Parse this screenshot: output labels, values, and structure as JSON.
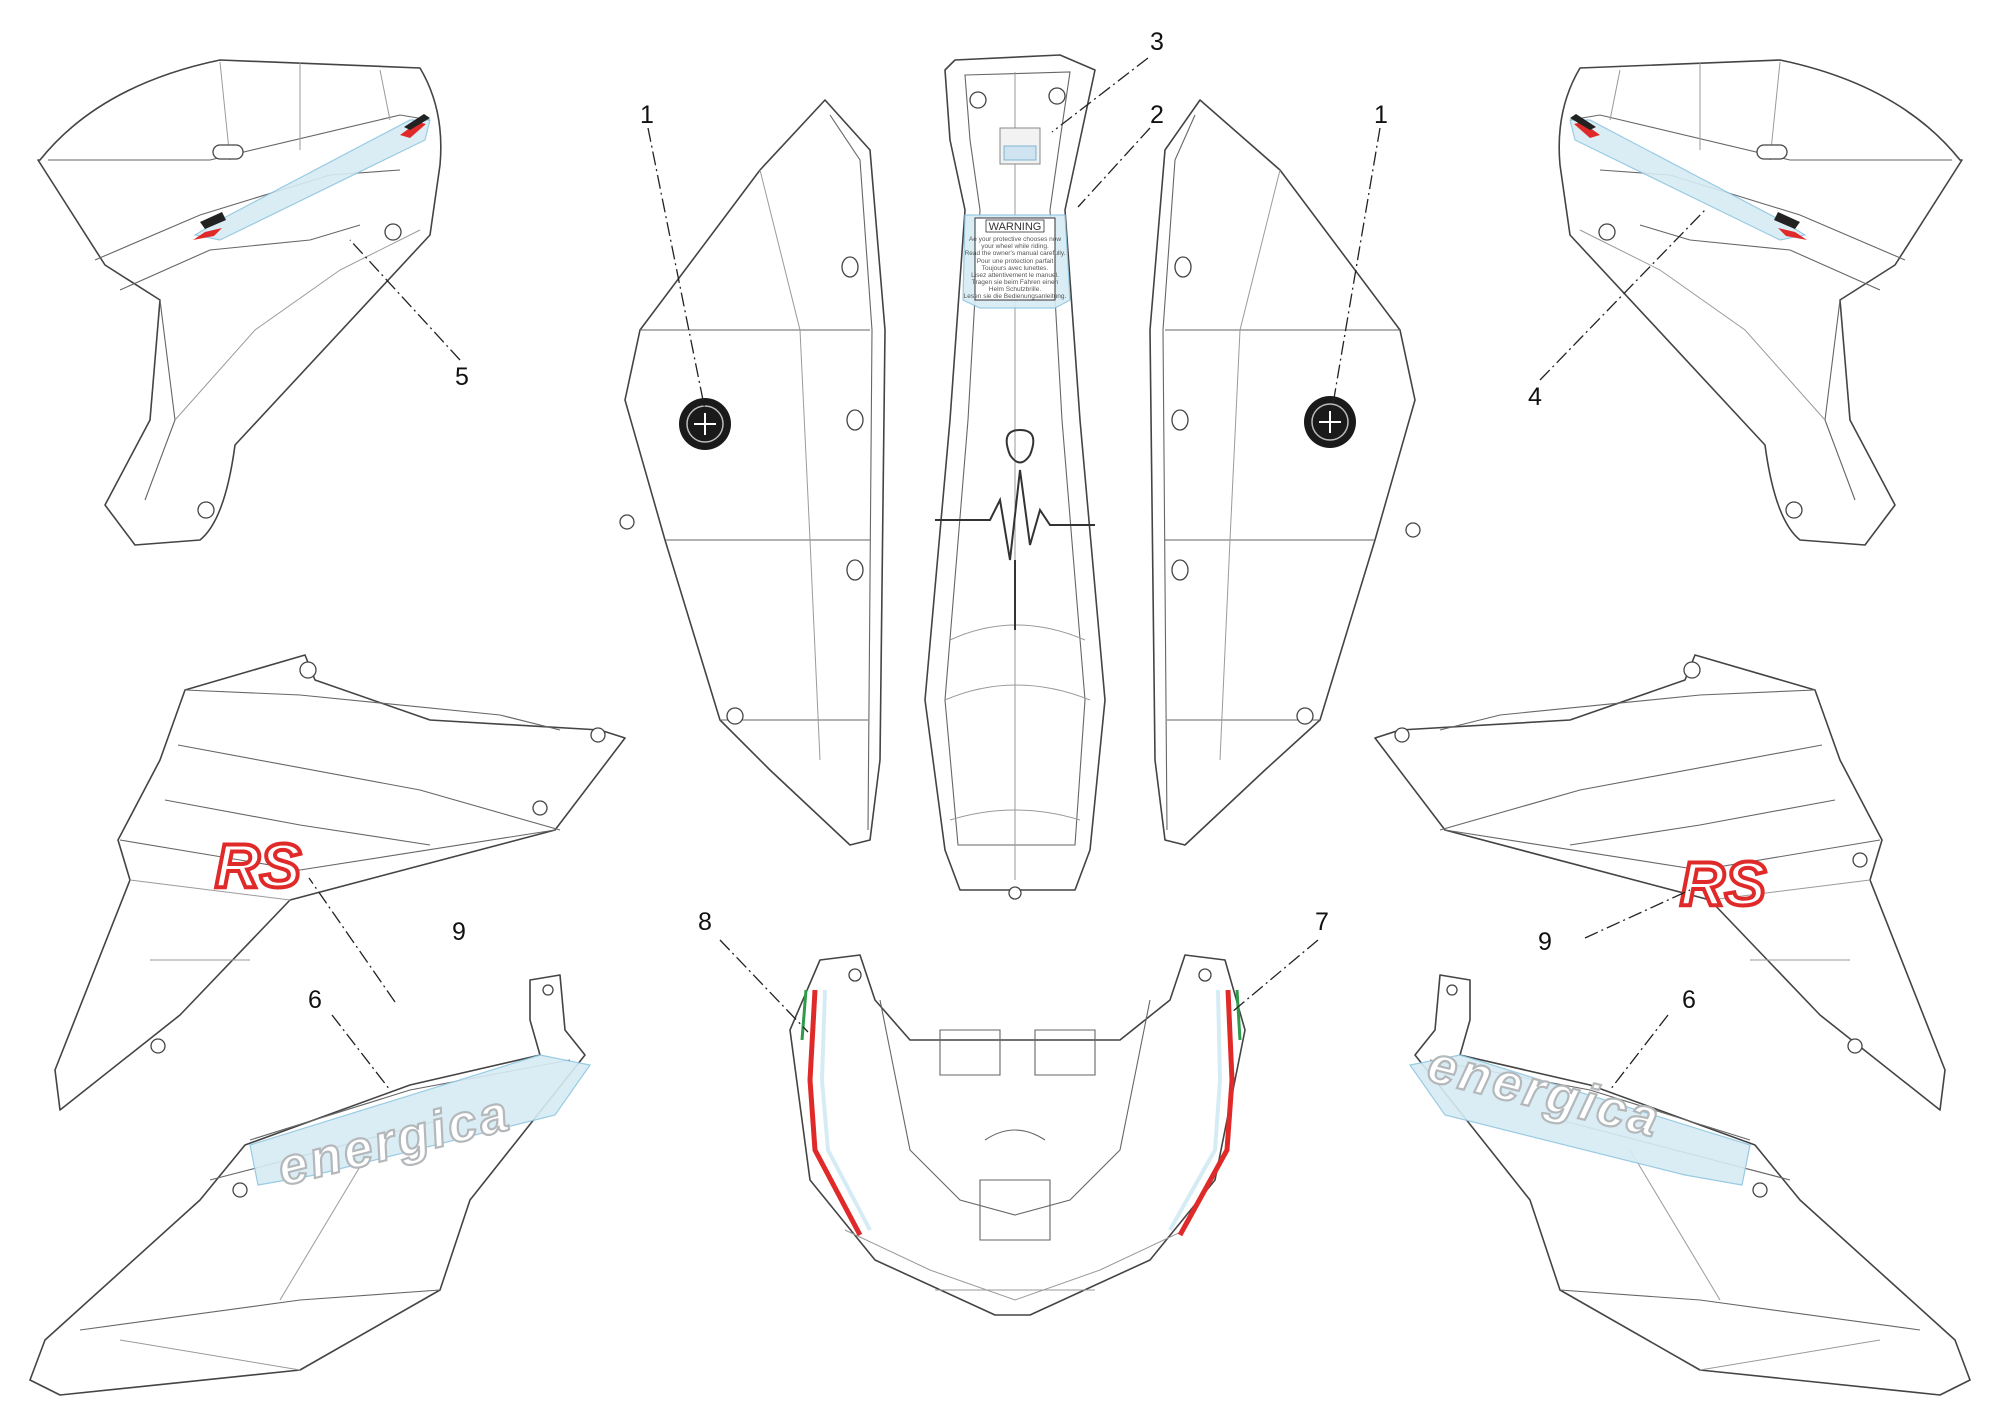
{
  "callouts": [
    {
      "id": "1",
      "label": "1"
    },
    {
      "id": "2",
      "label": "2"
    },
    {
      "id": "3",
      "label": "3"
    },
    {
      "id": "4",
      "label": "4"
    },
    {
      "id": "5",
      "label": "5"
    },
    {
      "id": "6",
      "label": "6"
    },
    {
      "id": "7",
      "label": "7"
    },
    {
      "id": "8",
      "label": "8"
    },
    {
      "id": "9",
      "label": "9"
    }
  ],
  "decals": {
    "energica_text": "energica",
    "rs_text": "RS",
    "warning_title": "WARNING",
    "warning_lines": [
      "Ae your protective chooses now",
      "your wheel while riding.",
      "Read the owner's manual carefully.",
      "Pour une protection parfait",
      "Toujours avec lunettes.",
      "Lisez attentivement le manuel.",
      "Tragen sie beim Fahren einen",
      "Helm Schutzbrille.",
      "Lesen sie die Bedienungsanleitung."
    ]
  },
  "colors": {
    "decal_red": "#e02a2a",
    "decal_blue": "#d6ecf5",
    "decal_green": "#2e9a4a",
    "line": "#444444"
  }
}
